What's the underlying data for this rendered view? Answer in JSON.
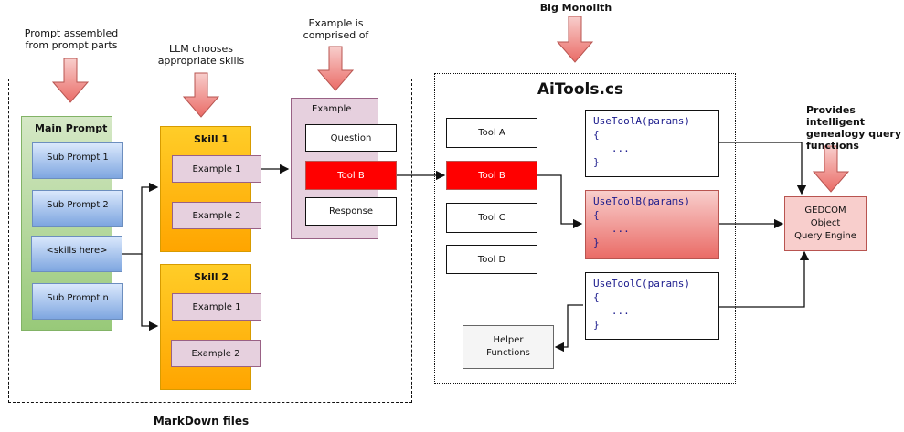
{
  "annotations": {
    "prompt_assembled": "Prompt assembled\nfrom prompt parts",
    "llm_chooses": "LLM chooses\nappropriate skills",
    "example_comprised": "Example is\ncomprised of",
    "big_monolith": "Big Monolith",
    "provides": "Provides intelligent\ngenealogy query\nfunctions"
  },
  "markdown_group": {
    "label": "MarkDown files"
  },
  "main_prompt": {
    "title": "Main Prompt",
    "items": [
      "Sub Prompt 1",
      "Sub Prompt 2",
      "<skills here>",
      "Sub Prompt n"
    ]
  },
  "skills": [
    {
      "title": "Skill 1",
      "examples": [
        "Example 1",
        "Example 2"
      ]
    },
    {
      "title": "Skill 2",
      "examples": [
        "Example 1",
        "Example 2"
      ]
    }
  ],
  "example_box": {
    "title": "Example",
    "parts": [
      "Question",
      "Tool B",
      "Response"
    ]
  },
  "aitools": {
    "title": "AiTools.cs",
    "tools": [
      "Tool A",
      "Tool B",
      "Tool C",
      "Tool D"
    ],
    "functions": [
      {
        "signature": "UseToolA(params)",
        "body": "{\n   ...\n}"
      },
      {
        "signature": "UseToolB(params)",
        "body": "{\n   ...\n}"
      },
      {
        "signature": "UseToolC(params)",
        "body": "{\n   ...\n}"
      }
    ],
    "helper": "Helper\nFunctions"
  },
  "gedcom": {
    "label": "GEDCOM\nObject\nQuery Engine"
  },
  "colors": {
    "arrow_fill": "#ea6b66",
    "highlight_red": "#ff0000",
    "skill_orange": "#ffb300",
    "main_green": "#98c979",
    "sub_blue": "#7ea6e0",
    "example_purple": "#e6d0de"
  }
}
